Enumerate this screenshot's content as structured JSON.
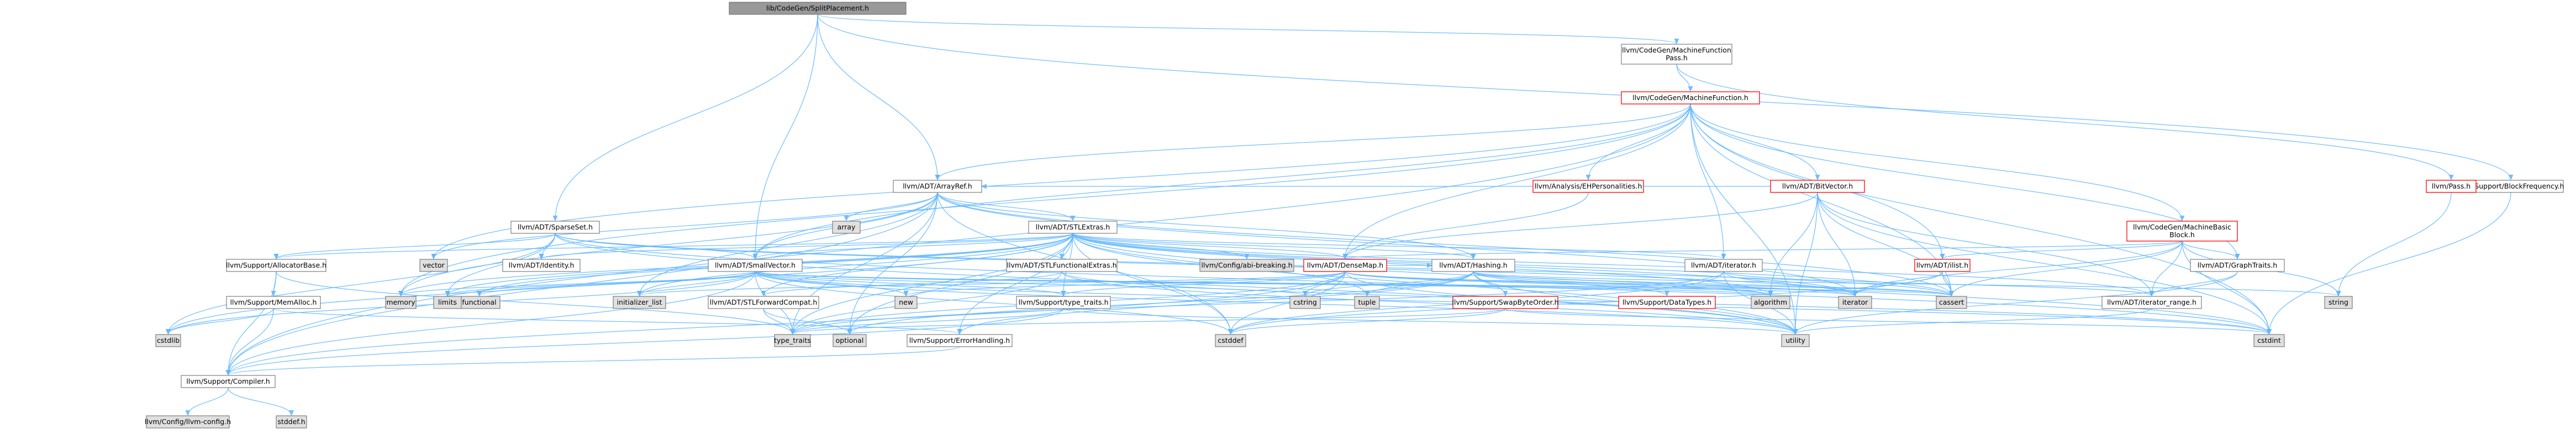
{
  "colors": {
    "background": "#ffffff",
    "root_fill": "#999999",
    "node_fill": "#ffffff",
    "system_fill": "#e0e0e0",
    "node_border": "#666666",
    "truncated_border": "#ff0000",
    "edge": "#63b8ff"
  },
  "nodes": [
    {
      "id": "root",
      "lines": [
        "lib/CodeGen/SplitPlacement.h"
      ],
      "kind": "root"
    },
    {
      "id": "mfp",
      "lines": [
        "llvm/CodeGen/MachineFunction",
        "Pass.h"
      ],
      "kind": "normal"
    },
    {
      "id": "mf",
      "lines": [
        "llvm/CodeGen/MachineFunction.h"
      ],
      "kind": "truncated"
    },
    {
      "id": "bf",
      "lines": [
        "llvm/Support/BlockFrequency.h"
      ],
      "kind": "normal"
    },
    {
      "id": "pass",
      "lines": [
        "llvm/Pass.h"
      ],
      "kind": "truncated"
    },
    {
      "id": "eh",
      "lines": [
        "llvm/Analysis/EHPersonalities.h"
      ],
      "kind": "truncated"
    },
    {
      "id": "bv",
      "lines": [
        "llvm/ADT/BitVector.h"
      ],
      "kind": "truncated"
    },
    {
      "id": "ar",
      "lines": [
        "llvm/ADT/ArrayRef.h"
      ],
      "kind": "normal"
    },
    {
      "id": "array",
      "lines": [
        "array"
      ],
      "kind": "system"
    },
    {
      "id": "stl",
      "lines": [
        "llvm/ADT/STLExtras.h"
      ],
      "kind": "normal"
    },
    {
      "id": "ss",
      "lines": [
        "llvm/ADT/SparseSet.h"
      ],
      "kind": "normal"
    },
    {
      "id": "mbb",
      "lines": [
        "llvm/CodeGen/MachineBasic",
        "Block.h"
      ],
      "kind": "truncated"
    },
    {
      "id": "vector",
      "lines": [
        "vector"
      ],
      "kind": "system"
    },
    {
      "id": "ab",
      "lines": [
        "llvm/Support/AllocatorBase.h"
      ],
      "kind": "normal"
    },
    {
      "id": "identity",
      "lines": [
        "llvm/ADT/Identity.h"
      ],
      "kind": "normal"
    },
    {
      "id": "sv",
      "lines": [
        "llvm/ADT/SmallVector.h"
      ],
      "kind": "normal"
    },
    {
      "id": "stlfe",
      "lines": [
        "llvm/ADT/STLFunctionalExtras.h"
      ],
      "kind": "normal"
    },
    {
      "id": "abi",
      "lines": [
        "llvm/Config/abi-breaking.h"
      ],
      "kind": "system"
    },
    {
      "id": "dm",
      "lines": [
        "llvm/ADT/DenseMap.h"
      ],
      "kind": "truncated"
    },
    {
      "id": "hashing",
      "lines": [
        "llvm/ADT/Hashing.h"
      ],
      "kind": "normal"
    },
    {
      "id": "iterator",
      "lines": [
        "llvm/ADT/iterator.h"
      ],
      "kind": "normal"
    },
    {
      "id": "ilist",
      "lines": [
        "llvm/ADT/ilist.h"
      ],
      "kind": "truncated"
    },
    {
      "id": "graphtraits",
      "lines": [
        "llvm/ADT/GraphTraits.h"
      ],
      "kind": "normal"
    },
    {
      "id": "string",
      "lines": [
        "string"
      ],
      "kind": "system"
    },
    {
      "id": "memalloc",
      "lines": [
        "llvm/Support/MemAlloc.h"
      ],
      "kind": "normal"
    },
    {
      "id": "memory",
      "lines": [
        "memory"
      ],
      "kind": "system"
    },
    {
      "id": "functional",
      "lines": [
        "functional"
      ],
      "kind": "system"
    },
    {
      "id": "limits",
      "lines": [
        "limits"
      ],
      "kind": "system"
    },
    {
      "id": "initlist",
      "lines": [
        "initializer_list"
      ],
      "kind": "system"
    },
    {
      "id": "stlfc",
      "lines": [
        "llvm/ADT/STLForwardCompat.h"
      ],
      "kind": "normal"
    },
    {
      "id": "new",
      "lines": [
        "new"
      ],
      "kind": "system"
    },
    {
      "id": "typetraits_h",
      "lines": [
        "llvm/Support/type_traits.h"
      ],
      "kind": "normal"
    },
    {
      "id": "cstring",
      "lines": [
        "cstring"
      ],
      "kind": "system"
    },
    {
      "id": "tuple",
      "lines": [
        "tuple"
      ],
      "kind": "system"
    },
    {
      "id": "swap",
      "lines": [
        "llvm/Support/SwapByteOrder.h"
      ],
      "kind": "truncated"
    },
    {
      "id": "datatypes",
      "lines": [
        "llvm/Support/DataTypes.h"
      ],
      "kind": "truncated"
    },
    {
      "id": "algorithm",
      "lines": [
        "algorithm"
      ],
      "kind": "system"
    },
    {
      "id": "iterator_std",
      "lines": [
        "iterator"
      ],
      "kind": "system"
    },
    {
      "id": "cassert",
      "lines": [
        "cassert"
      ],
      "kind": "system"
    },
    {
      "id": "itrange",
      "lines": [
        "llvm/ADT/iterator_range.h"
      ],
      "kind": "normal"
    },
    {
      "id": "cstdlib",
      "lines": [
        "cstdlib"
      ],
      "kind": "system"
    },
    {
      "id": "typetraits",
      "lines": [
        "type_traits"
      ],
      "kind": "system"
    },
    {
      "id": "optional",
      "lines": [
        "optional"
      ],
      "kind": "system"
    },
    {
      "id": "errh",
      "lines": [
        "llvm/Support/ErrorHandling.h"
      ],
      "kind": "normal"
    },
    {
      "id": "cstddef",
      "lines": [
        "cstddef"
      ],
      "kind": "system"
    },
    {
      "id": "utility",
      "lines": [
        "utility"
      ],
      "kind": "system"
    },
    {
      "id": "cstdint",
      "lines": [
        "cstdint"
      ],
      "kind": "system"
    },
    {
      "id": "compiler",
      "lines": [
        "llvm/Support/Compiler.h"
      ],
      "kind": "normal"
    },
    {
      "id": "llvmconfig",
      "lines": [
        "llvm/Config/llvm-config.h"
      ],
      "kind": "system"
    },
    {
      "id": "stddef",
      "lines": [
        "stddef.h"
      ],
      "kind": "system"
    }
  ],
  "edges": [
    [
      "root",
      "mfp"
    ],
    [
      "root",
      "bf"
    ],
    [
      "root",
      "ar"
    ],
    [
      "root",
      "ss"
    ],
    [
      "root",
      "sv"
    ],
    [
      "mfp",
      "mf"
    ],
    [
      "mfp",
      "pass"
    ],
    [
      "mf",
      "eh"
    ],
    [
      "mf",
      "bv"
    ],
    [
      "mf",
      "ar"
    ],
    [
      "mf",
      "dm"
    ],
    [
      "mf",
      "sv"
    ],
    [
      "mf",
      "mbb"
    ],
    [
      "mf",
      "ilist"
    ],
    [
      "mf",
      "iterator"
    ],
    [
      "mf",
      "graphtraits"
    ],
    [
      "mf",
      "vector"
    ],
    [
      "mf",
      "memory"
    ],
    [
      "mf",
      "cassert"
    ],
    [
      "mf",
      "cstdint"
    ],
    [
      "mf",
      "utility"
    ],
    [
      "mf",
      "compiler"
    ],
    [
      "bf",
      "cstdint"
    ],
    [
      "pass",
      "string"
    ],
    [
      "eh",
      "dm"
    ],
    [
      "bv",
      "ar"
    ],
    [
      "bv",
      "dm"
    ],
    [
      "bv",
      "iterator_std"
    ],
    [
      "bv",
      "algorithm"
    ],
    [
      "bv",
      "cassert"
    ],
    [
      "bv",
      "utility"
    ],
    [
      "bv",
      "cstdint"
    ],
    [
      "bv",
      "itrange"
    ],
    [
      "ar",
      "hashing"
    ],
    [
      "ar",
      "sv"
    ],
    [
      "ar",
      "stl"
    ],
    [
      "ar",
      "array"
    ],
    [
      "ar",
      "vector"
    ],
    [
      "ar",
      "compiler"
    ],
    [
      "ar",
      "cassert"
    ],
    [
      "ar",
      "cstddef"
    ],
    [
      "ar",
      "initlist"
    ],
    [
      "ar",
      "iterator_std"
    ],
    [
      "ar",
      "memory"
    ],
    [
      "ar",
      "optional"
    ],
    [
      "ar",
      "typetraits"
    ],
    [
      "stl",
      "ab"
    ],
    [
      "stl",
      "sv"
    ],
    [
      "stl",
      "stlfe"
    ],
    [
      "stl",
      "abi"
    ],
    [
      "stl",
      "dm"
    ],
    [
      "stl",
      "hashing"
    ],
    [
      "stl",
      "iterator"
    ],
    [
      "stl",
      "itrange"
    ],
    [
      "stl",
      "identity"
    ],
    [
      "stl",
      "stlfc"
    ],
    [
      "stl",
      "typetraits_h"
    ],
    [
      "stl",
      "errh"
    ],
    [
      "stl",
      "algorithm"
    ],
    [
      "stl",
      "cassert"
    ],
    [
      "stl",
      "cstddef"
    ],
    [
      "stl",
      "cstdint"
    ],
    [
      "stl",
      "cstdlib"
    ],
    [
      "stl",
      "functional"
    ],
    [
      "stl",
      "initlist"
    ],
    [
      "stl",
      "iterator_std"
    ],
    [
      "stl",
      "limits"
    ],
    [
      "stl",
      "memory"
    ],
    [
      "stl",
      "optional"
    ],
    [
      "stl",
      "tuple"
    ],
    [
      "stl",
      "typetraits"
    ],
    [
      "stl",
      "utility"
    ],
    [
      "ss",
      "identity"
    ],
    [
      "ss",
      "sv"
    ],
    [
      "ss",
      "ab"
    ],
    [
      "ss",
      "iterator_std"
    ],
    [
      "ss",
      "cassert"
    ],
    [
      "ss",
      "cstdint"
    ],
    [
      "ss",
      "cstdlib"
    ],
    [
      "ss",
      "limits"
    ],
    [
      "ss",
      "utility"
    ],
    [
      "mbb",
      "dm"
    ],
    [
      "mbb",
      "graphtraits"
    ],
    [
      "mbb",
      "ilist"
    ],
    [
      "mbb",
      "itrange"
    ],
    [
      "mbb",
      "cassert"
    ],
    [
      "mbb",
      "cstdint"
    ],
    [
      "mbb",
      "string"
    ],
    [
      "mbb",
      "iterator_std"
    ],
    [
      "ab",
      "memalloc"
    ],
    [
      "ab",
      "compiler"
    ],
    [
      "ab",
      "typetraits"
    ],
    [
      "memalloc",
      "compiler"
    ],
    [
      "memalloc",
      "errh"
    ],
    [
      "memalloc",
      "cstdlib"
    ],
    [
      "sv",
      "compiler"
    ],
    [
      "sv",
      "typetraits_h"
    ],
    [
      "sv",
      "algorithm"
    ],
    [
      "sv",
      "cassert"
    ],
    [
      "sv",
      "cstddef"
    ],
    [
      "sv",
      "cstdint"
    ],
    [
      "sv",
      "cstdlib"
    ],
    [
      "sv",
      "cstring"
    ],
    [
      "sv",
      "functional"
    ],
    [
      "sv",
      "initlist"
    ],
    [
      "sv",
      "iterator_std"
    ],
    [
      "sv",
      "limits"
    ],
    [
      "sv",
      "memory"
    ],
    [
      "sv",
      "new"
    ],
    [
      "sv",
      "typetraits"
    ],
    [
      "sv",
      "utility"
    ],
    [
      "stlfe",
      "stlfc"
    ],
    [
      "stlfe",
      "cstdint"
    ],
    [
      "stlfe",
      "typetraits"
    ],
    [
      "stlfe",
      "utility"
    ],
    [
      "stlfc",
      "optional"
    ],
    [
      "stlfc",
      "typetraits"
    ],
    [
      "dm",
      "hashing"
    ],
    [
      "dm",
      "typetraits_h"
    ],
    [
      "dm",
      "compiler"
    ],
    [
      "dm",
      "algorithm"
    ],
    [
      "dm",
      "cassert"
    ],
    [
      "dm",
      "cstddef"
    ],
    [
      "dm",
      "cstring"
    ],
    [
      "dm",
      "initlist"
    ],
    [
      "dm",
      "iterator_std"
    ],
    [
      "dm",
      "new"
    ],
    [
      "dm",
      "typetraits"
    ],
    [
      "dm",
      "utility"
    ],
    [
      "hashing",
      "errh"
    ],
    [
      "hashing",
      "swap"
    ],
    [
      "hashing",
      "datatypes"
    ],
    [
      "hashing",
      "algorithm"
    ],
    [
      "hashing",
      "cassert"
    ],
    [
      "hashing",
      "cstring"
    ],
    [
      "hashing",
      "optional"
    ],
    [
      "hashing",
      "string"
    ],
    [
      "hashing",
      "tuple"
    ],
    [
      "hashing",
      "utility"
    ],
    [
      "typetraits_h",
      "compiler"
    ],
    [
      "typetraits_h",
      "typetraits"
    ],
    [
      "typetraits_h",
      "utility"
    ],
    [
      "swap",
      "cstddef"
    ],
    [
      "swap",
      "cstdint"
    ],
    [
      "swap",
      "typetraits"
    ],
    [
      "iterator",
      "itrange"
    ],
    [
      "iterator",
      "cstddef"
    ],
    [
      "iterator",
      "iterator_std"
    ],
    [
      "iterator",
      "typetraits"
    ],
    [
      "iterator",
      "utility"
    ],
    [
      "ilist",
      "iterator_std"
    ],
    [
      "ilist",
      "cassert"
    ],
    [
      "ilist",
      "cstddef"
    ],
    [
      "graphtraits",
      "itrange"
    ],
    [
      "graphtraits",
      "utility"
    ],
    [
      "itrange",
      "utility"
    ],
    [
      "errh",
      "compiler"
    ],
    [
      "compiler",
      "llvmconfig"
    ],
    [
      "compiler",
      "stddef"
    ]
  ]
}
